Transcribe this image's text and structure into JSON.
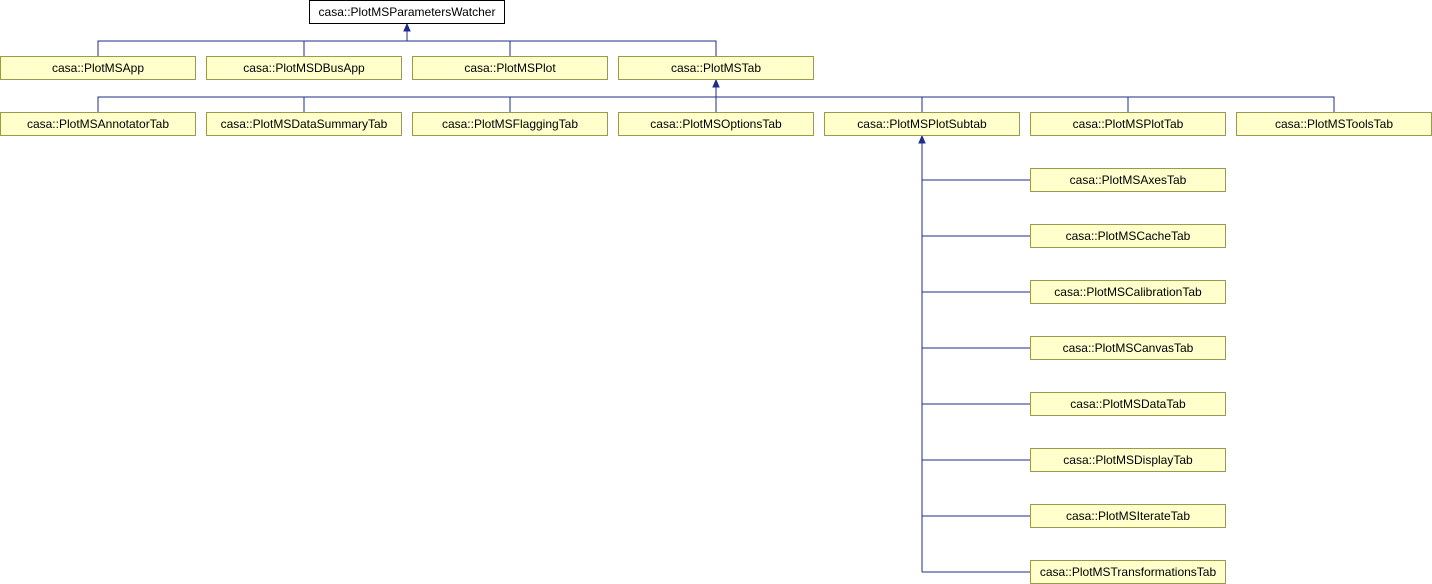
{
  "diagram": {
    "colors": {
      "node_fill": "#ffffcc",
      "node_border": "#9a9a4c",
      "root_fill": "#ffffff",
      "root_border": "#000000",
      "edge": "#1f2d8a"
    },
    "nodes": {
      "root": "casa::PlotMSParametersWatcher",
      "app": "casa::PlotMSApp",
      "dbusapp": "casa::PlotMSDBusApp",
      "plot": "casa::PlotMSPlot",
      "tab": "casa::PlotMSTab",
      "annotator": "casa::PlotMSAnnotatorTab",
      "datasummary": "casa::PlotMSDataSummaryTab",
      "flagging": "casa::PlotMSFlaggingTab",
      "options": "casa::PlotMSOptionsTab",
      "plotsubtab": "casa::PlotMSPlotSubtab",
      "plottab": "casa::PlotMSPlotTab",
      "toolstab": "casa::PlotMSToolsTab",
      "axes": "casa::PlotMSAxesTab",
      "cache": "casa::PlotMSCacheTab",
      "calibration": "casa::PlotMSCalibrationTab",
      "canvas": "casa::PlotMSCanvasTab",
      "data": "casa::PlotMSDataTab",
      "display": "casa::PlotMSDisplayTab",
      "iterate": "casa::PlotMSIterateTab",
      "transformations": "casa::PlotMSTransformationsTab"
    }
  }
}
